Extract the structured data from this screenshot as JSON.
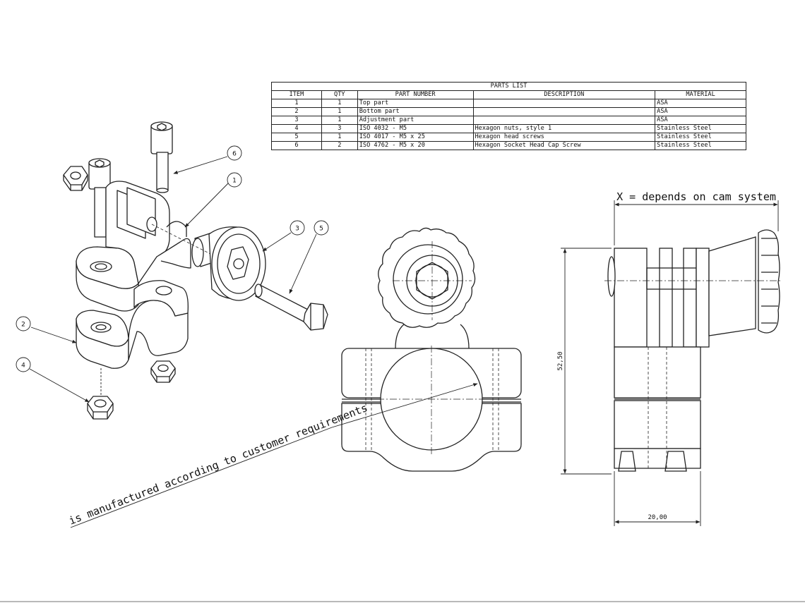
{
  "parts_list": {
    "title": "PARTS LIST",
    "headers": [
      "ITEM",
      "QTY",
      "PART NUMBER",
      "DESCRIPTION",
      "MATERIAL"
    ],
    "rows": [
      [
        "1",
        "1",
        "Top part",
        "",
        "ASA"
      ],
      [
        "2",
        "1",
        "Bottom part",
        "",
        "ASA"
      ],
      [
        "3",
        "1",
        "Adjustment part",
        "",
        "ASA"
      ],
      [
        "4",
        "3",
        "ISO 4032 - M5",
        "Hexagon nuts, style 1",
        "Stainless Steel"
      ],
      [
        "5",
        "1",
        "ISO 4017 - M5 x 25",
        "Hexagon head screws",
        "Stainless Steel"
      ],
      [
        "6",
        "2",
        "ISO 4762  - M5 x 20",
        "Hexagon Socket Head Cap Screw",
        "Stainless Steel"
      ]
    ]
  },
  "balloons": {
    "b1": "1",
    "b2": "2",
    "b3": "3",
    "b4": "4",
    "b5": "5",
    "b6": "6"
  },
  "annotations": {
    "note": "is manufactured according to customer requirements",
    "x_dim": "X = depends on cam system",
    "height_dim": "52,50",
    "width_dim": "20,00"
  }
}
